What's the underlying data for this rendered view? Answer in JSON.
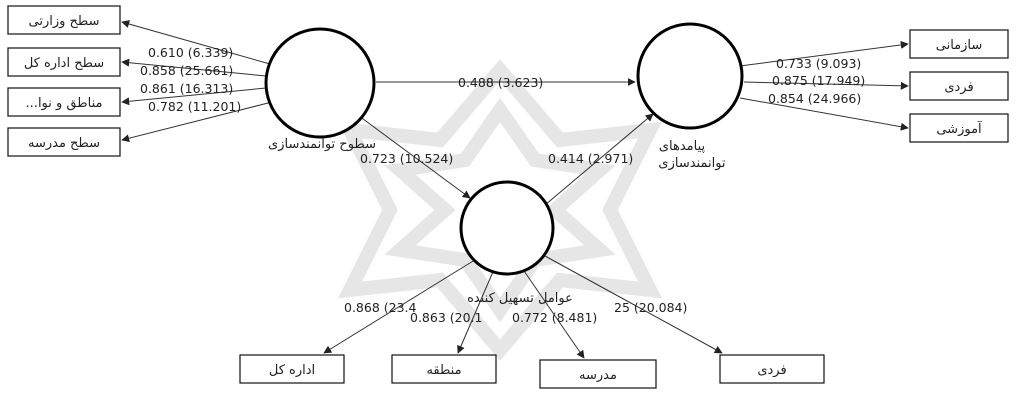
{
  "latents": {
    "levels": {
      "label": "سطوح توانمندسازی"
    },
    "outcomes": {
      "label_line1": "پیامدهای",
      "label_line2": "توانمندسازی"
    },
    "facilitators": {
      "label": "عوامل تسهیل کننده"
    }
  },
  "indicators": {
    "levels": [
      {
        "label": "سطح وزارتی",
        "coef": "0.610 (6.339)"
      },
      {
        "label": "سطح اداره کل",
        "coef": "0.858 (25.661)"
      },
      {
        "label": "...مناطق و نوا",
        "coef": "0.861 (16.313)"
      },
      {
        "label": "سطح مدرسه",
        "coef": "0.782 (11.201)"
      }
    ],
    "outcomes": [
      {
        "label": "سازمانی",
        "coef": "0.733 (9.093)"
      },
      {
        "label": "فردی",
        "coef": "0.875 (17.949)"
      },
      {
        "label": "آموزشی",
        "coef": "0.854 (24.966)"
      }
    ],
    "facilitators": [
      {
        "label": "اداره کل",
        "coef": "0.868 (23.4"
      },
      {
        "label": "منطقه",
        "coef": "0.863 (20.1"
      },
      {
        "label": "مدرسه",
        "coef": "0.772 (8.481)"
      },
      {
        "label": "فردی",
        "coef": "25 (20.084)"
      }
    ]
  },
  "paths": {
    "levels_to_outcomes": "0.488 (3.623)",
    "levels_to_facilitators": "0.723 (10.524)",
    "facilitators_to_outcomes": "0.414 (2.971)"
  }
}
